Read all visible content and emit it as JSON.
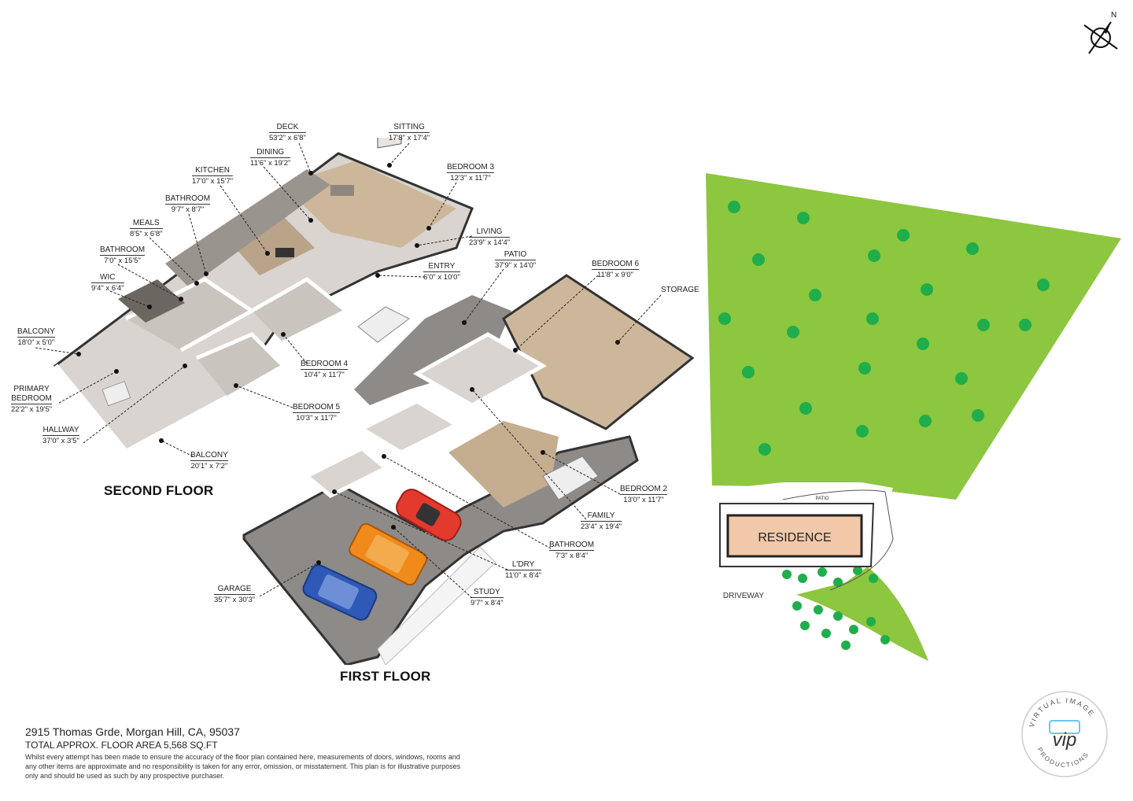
{
  "compass": {
    "north": "N",
    "icon": "compass-icon"
  },
  "floors": {
    "second": "SECOND FLOOR",
    "first": "FIRST FLOOR"
  },
  "second_floor_rooms": [
    {
      "name": "DECK",
      "dims": "53'2\" x 6'8\""
    },
    {
      "name": "SITTING",
      "dims": "17'8\" x 17'4\""
    },
    {
      "name": "DINING",
      "dims": "11'6\" x 19'2\""
    },
    {
      "name": "KITCHEN",
      "dims": "17'0\" x 15'7\""
    },
    {
      "name": "BEDROOM 3",
      "dims": "12'3\" x 11'7\""
    },
    {
      "name": "BATHROOM",
      "dims": "9'7\" x 8'7\""
    },
    {
      "name": "MEALS",
      "dims": "8'5\" x 6'8\""
    },
    {
      "name": "LIVING",
      "dims": "23'9\" x 14'4\""
    },
    {
      "name": "BATHROOM",
      "dims": "7'0\" x 15'5\""
    },
    {
      "name": "WIC",
      "dims": "9'4\" x 6'4\""
    },
    {
      "name": "ENTRY",
      "dims": "6'0\" x 10'0\""
    },
    {
      "name": "BALCONY",
      "dims": "18'0\" x 5'0\""
    },
    {
      "name": "BEDROOM 4",
      "dims": "10'4\" x 11'7\""
    },
    {
      "name": "PRIMARY\nBEDROOM",
      "dims": "22'2\" x 19'5\""
    },
    {
      "name": "BEDROOM 5",
      "dims": "10'3\" x 11'7\""
    },
    {
      "name": "HALLWAY",
      "dims": "37'0\" x 3'5\""
    },
    {
      "name": "BALCONY",
      "dims": "20'1\" x 7'2\""
    }
  ],
  "first_floor_rooms": [
    {
      "name": "PATIO",
      "dims": "37'9\" x 14'0\""
    },
    {
      "name": "BEDROOM 6",
      "dims": "11'8\" x 9'0\""
    },
    {
      "name": "STORAGE",
      "dims": ""
    },
    {
      "name": "BEDROOM 2",
      "dims": "13'0\" x 11'7\""
    },
    {
      "name": "FAMILY",
      "dims": "23'4\" x 19'4\""
    },
    {
      "name": "BATHROOM",
      "dims": "7'3\" x 8'4\""
    },
    {
      "name": "L'DRY",
      "dims": "11'0\" x 8'4\""
    },
    {
      "name": "GARAGE",
      "dims": "35'7\" x 30'3\""
    },
    {
      "name": "STUDY",
      "dims": "9'7\" x 8'4\""
    }
  ],
  "site_plan": {
    "residence": "RESIDENCE",
    "driveway": "DRIVEWAY",
    "patio": "PATIO",
    "colors": {
      "lawn": "#8dc63f",
      "tree": "#1fae4b",
      "residence": "#f2c9a8"
    }
  },
  "footer": {
    "address": "2915 Thomas Grde, Morgan Hill, CA, 95037",
    "area": "TOTAL APPROX. FLOOR AREA 5,568 SQ.FT",
    "disclaimer": "Whilst every attempt has been made to ensure the accuracy of the floor plan contained here, measurements of doors, windows, rooms and any other items are approximate and no responsibility is taken for any error, omission, or misstatement. This plan is for illustrative purposes only and should be used as such by any prospective purchaser."
  },
  "logo": {
    "text_top": "VIRTUAL IMAGE",
    "text_bottom": "PRODUCTIONS",
    "mark": "vip"
  }
}
